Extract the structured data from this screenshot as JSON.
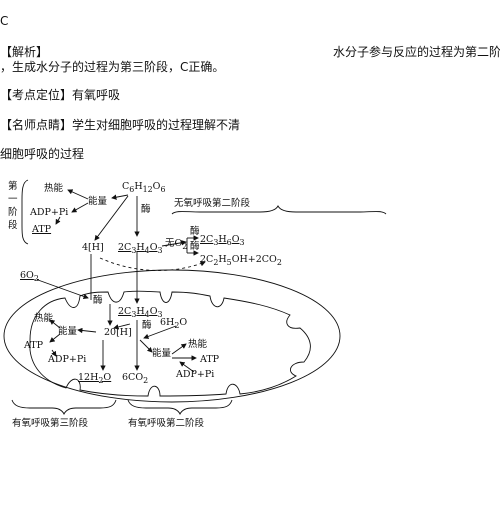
{
  "answer": {
    "letter": "C",
    "analysis_label": "【解析】",
    "analysis_right": "水分子参与反应的过程为第二阶段",
    "analysis_line2": "，生成水分子的过程为第三阶段，C正确。"
  },
  "knowledge_point": {
    "label": "【考点定位】",
    "text": "有氧呼吸"
  },
  "teacher_note": {
    "label": "【名师点睛】",
    "text": "学生对细胞呼吸的过程理解不清"
  },
  "section_title": "细胞呼吸的过程",
  "diagram": {
    "stage1_label": "第一阶段",
    "stage1_chars": [
      "第",
      "一",
      "阶",
      "段"
    ],
    "glucose": "C6H12O6",
    "heat_1": "热能",
    "energy_1": "能量",
    "adp_1": "ADP+Pi",
    "atp_1": "ATP",
    "enzyme_1": "酶",
    "hydrogen_4": "4[H]",
    "pyruvate_1": "2C3H4O3",
    "anaerobic_title": "无氧呼吸第二阶段",
    "anaerobic_no_o2": "无O2",
    "enzyme_anaerobic": "酶",
    "lactate": "2C3H6O3",
    "ethanol_co2": "2C2H5OH+2CO2",
    "enzyme_anaerobic_2": "酶",
    "o2_6": "6O2",
    "enzyme_mito_1": "酶",
    "pyruvate_2": "2C3H4O3",
    "hydrogen_20": "20[H]",
    "heat_2": "热能",
    "energy_2": "能量",
    "atp_2": "ATP",
    "adp_2": "ADP+Pi",
    "enzyme_mito_2": "酶",
    "water_6": "6H2O",
    "heat_3": "热能",
    "energy_3": "能量",
    "atp_3": "ATP",
    "adp_3": "ADP+Pi",
    "water_12": "12H2O",
    "co2_6": "6CO2",
    "aerobic_stage3": "有氧呼吸第三阶段",
    "aerobic_stage2": "有氧呼吸第二阶段"
  }
}
